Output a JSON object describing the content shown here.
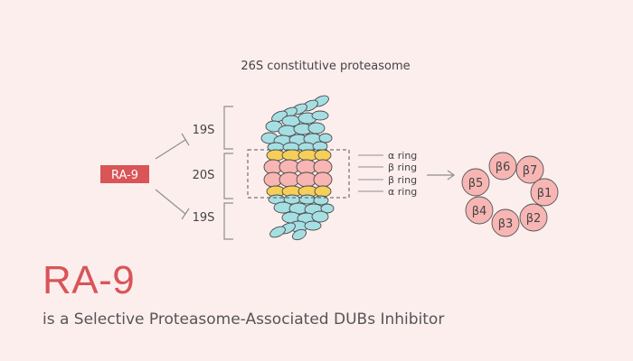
{
  "diagram": {
    "title": "26S constitutive proteasome",
    "inhibitor_label": "RA-9",
    "subunit_labels": {
      "top": "19S",
      "middle": "20S",
      "bottom": "19S"
    },
    "ring_labels": [
      "α ring",
      "β ring",
      "β ring",
      "α ring"
    ],
    "beta_subunits": [
      "β6",
      "β7",
      "β1",
      "β2",
      "β3",
      "β4",
      "β5"
    ],
    "colors": {
      "accent_red": "#d95558",
      "cyan_19S": "#a6dfe3",
      "pink_beta": "#f7b6b3",
      "yellow_alpha": "#f5cf5a",
      "line": "#8f8f8f"
    }
  },
  "headline": "RA-9",
  "subline": "is a Selective Proteasome-Associated DUBs Inhibitor"
}
